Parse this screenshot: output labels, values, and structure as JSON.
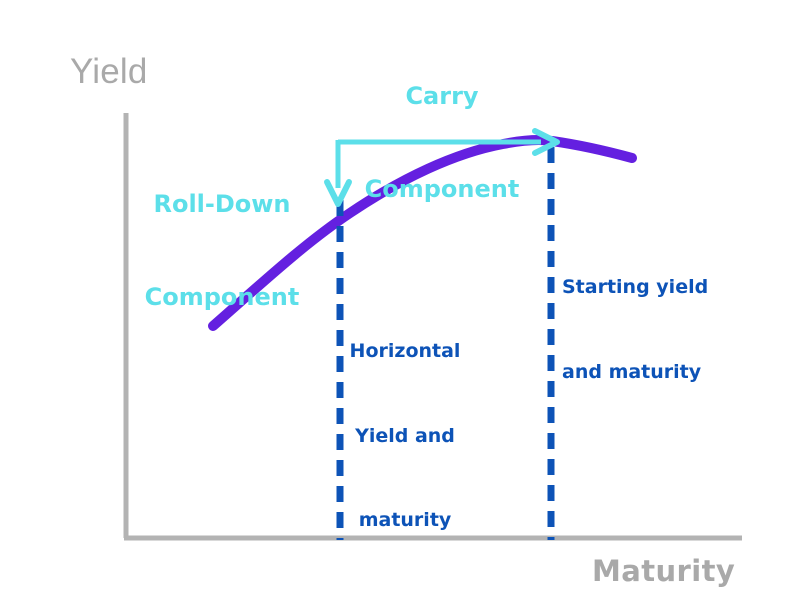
{
  "chart_data": {
    "type": "line",
    "title": "",
    "xlabel": "Maturity",
    "ylabel": "Yield",
    "grid": false,
    "legend": "none",
    "series": [
      {
        "name": "Yield curve",
        "color": "#6420e0",
        "description": "Upward sloping, concave yield curve that peaks and turns down slightly at the long end",
        "points": [
          {
            "x": 0.14,
            "y": 0.5
          },
          {
            "x": 0.2,
            "y": 0.585
          },
          {
            "x": 0.27,
            "y": 0.66
          },
          {
            "x": 0.35,
            "y": 0.735
          },
          {
            "x": 0.43,
            "y": 0.8
          },
          {
            "x": 0.52,
            "y": 0.855
          },
          {
            "x": 0.62,
            "y": 0.9
          },
          {
            "x": 0.72,
            "y": 0.93
          },
          {
            "x": 0.82,
            "y": 0.945
          },
          {
            "x": 0.9,
            "y": 0.94
          },
          {
            "x": 1.0,
            "y": 0.915
          }
        ]
      }
    ],
    "markers": [
      {
        "name": "horizontal-point",
        "label": "Horizontal Yield and maturity",
        "x": 0.35,
        "y": 0.735,
        "color": "#0d53b7",
        "style": "dashed-vertical"
      },
      {
        "name": "starting-point",
        "label": "Starting yield and maturity",
        "x": 0.7,
        "y": 0.932,
        "color": "#0d53b7",
        "style": "dashed-vertical"
      }
    ],
    "annotations": [
      {
        "name": "carry-component",
        "label": "Carry Component",
        "color": "#5cdfe9",
        "arrow": "horizontal-left-to-right",
        "from": {
          "x": 0.35,
          "y": 0.945
        },
        "to": {
          "x": 0.7,
          "y": 0.945
        }
      },
      {
        "name": "roll-down-component",
        "label": "Roll-Down Component",
        "color": "#5cdfe9",
        "arrow": "vertical-down",
        "from": {
          "x": 0.35,
          "y": 0.945
        },
        "to": {
          "x": 0.35,
          "y": 0.735
        }
      }
    ],
    "axis_color": "#b3b3b3",
    "axis_label_color": "#a9a9a9",
    "background": "#ffffff"
  },
  "axes": {
    "y_title": "Yield",
    "x_title": "Maturity"
  },
  "annotations": {
    "carry": {
      "line1": "Carry",
      "line2": "Component"
    },
    "rolldown": {
      "line1": "Roll-Down",
      "line2": "Component"
    },
    "horizontal_point": {
      "line1": "Horizontal",
      "line2": "Yield and",
      "line3": "maturity"
    },
    "starting_point": {
      "line1": "Starting yield",
      "line2": "and maturity"
    }
  },
  "colors": {
    "curve": "#6420e0",
    "accent_cyan": "#5cdfe9",
    "accent_blue": "#0d53b7",
    "axis_gray": "#b3b3b3",
    "label_gray": "#a9a9a9",
    "background": "#ffffff"
  }
}
